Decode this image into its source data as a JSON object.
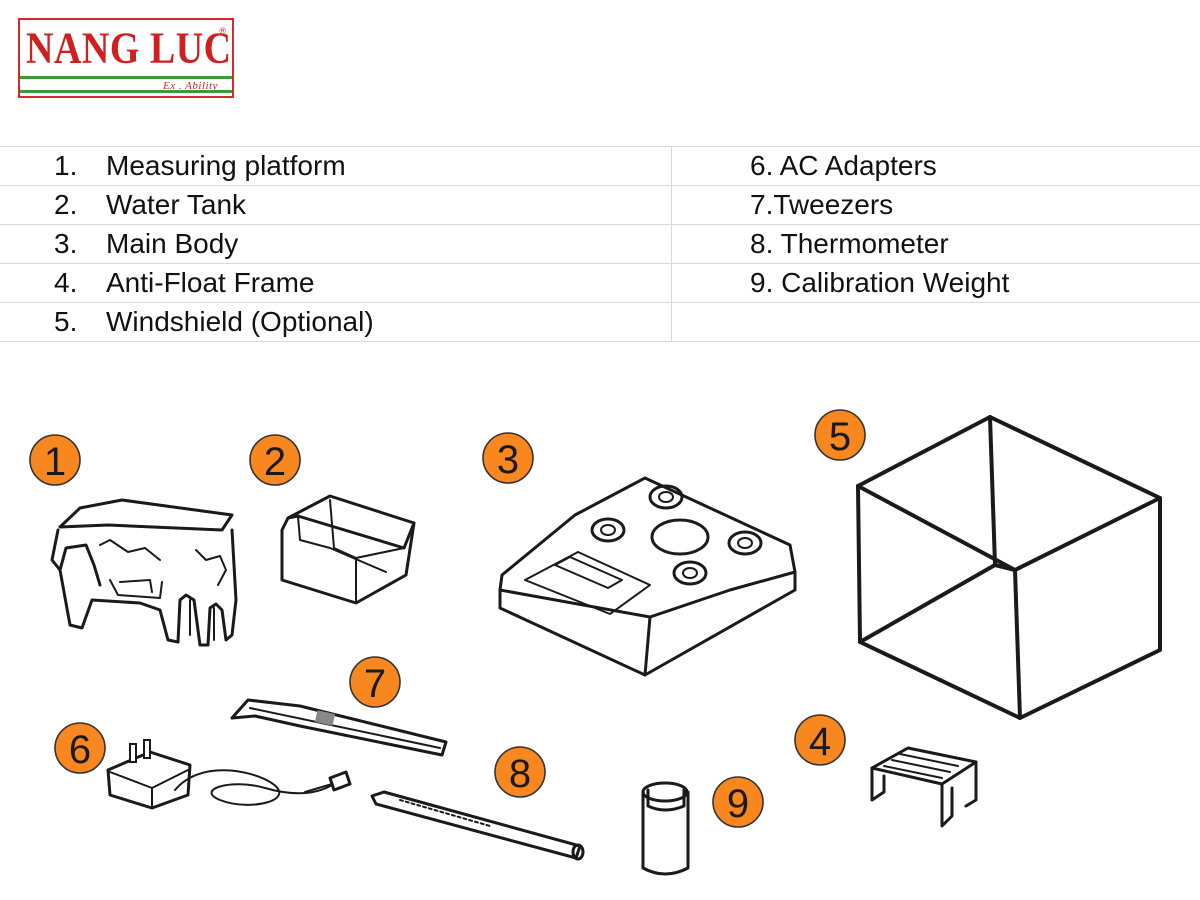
{
  "logo": {
    "main": "NANG LUC",
    "sub": "Ex . Ability",
    "reg": "®"
  },
  "parts_left": [
    {
      "num": "1.",
      "label": "Measuring platform"
    },
    {
      "num": "2.",
      "label": "Water Tank"
    },
    {
      "num": "3.",
      "label": "Main Body"
    },
    {
      "num": "4.",
      "label": "Anti-Float Frame"
    },
    {
      "num": "5.",
      "label": "Windshield (Optional)"
    }
  ],
  "parts_right": [
    {
      "label": "6. AC Adapters"
    },
    {
      "label": "7.Tweezers"
    },
    {
      "label": "8. Thermometer"
    },
    {
      "label": "9. Calibration Weight"
    },
    {
      "label": ""
    }
  ],
  "badges": [
    "1",
    "2",
    "3",
    "4",
    "5",
    "6",
    "7",
    "8",
    "9"
  ],
  "colors": {
    "badge": "#f7871e",
    "logo_red": "#d01f1f",
    "logo_green": "#3a9b3a"
  }
}
